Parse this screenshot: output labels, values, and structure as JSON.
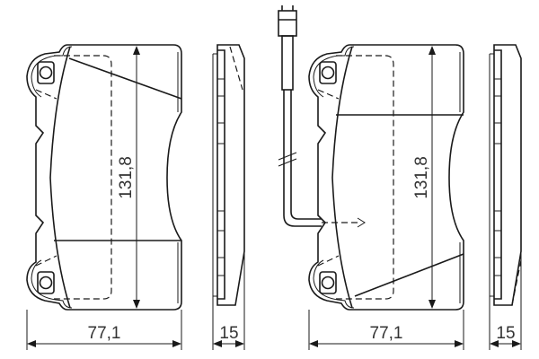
{
  "drawing": {
    "pad_left": {
      "width_label": "77,1",
      "height_label": "131,8"
    },
    "side_left": {
      "thickness_label": "15"
    },
    "pad_right": {
      "width_label": "77,1",
      "height_label": "131,8",
      "has_wear_sensor": true
    },
    "side_right": {
      "thickness_label": "15"
    },
    "line_color": "#1a1a1a"
  }
}
